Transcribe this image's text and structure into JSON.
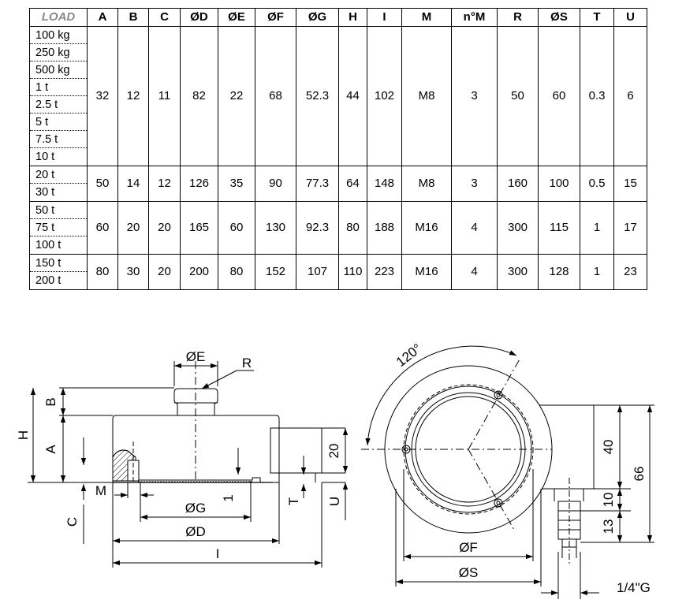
{
  "table": {
    "headers": [
      "LOAD",
      "A",
      "B",
      "C",
      "ØD",
      "ØE",
      "ØF",
      "ØG",
      "H",
      "I",
      "M",
      "n°M",
      "R",
      "ØS",
      "T",
      "U"
    ],
    "groups": [
      {
        "loads": [
          "100 kg",
          "250 kg",
          "500 kg",
          "1 t",
          "2.5 t",
          "5 t",
          "7.5 t",
          "10 t"
        ],
        "values": [
          "32",
          "12",
          "11",
          "82",
          "22",
          "68",
          "52.3",
          "44",
          "102",
          "M8",
          "3",
          "50",
          "60",
          "0.3",
          "6"
        ]
      },
      {
        "loads": [
          "20 t",
          "30 t"
        ],
        "values": [
          "50",
          "14",
          "12",
          "126",
          "35",
          "90",
          "77.3",
          "64",
          "148",
          "M8",
          "3",
          "160",
          "100",
          "0.5",
          "15"
        ]
      },
      {
        "loads": [
          "50 t",
          "75 t",
          "100 t"
        ],
        "values": [
          "60",
          "20",
          "20",
          "165",
          "60",
          "130",
          "92.3",
          "80",
          "188",
          "M16",
          "4",
          "300",
          "115",
          "1",
          "17"
        ]
      },
      {
        "loads": [
          "150 t",
          "200 t"
        ],
        "values": [
          "80",
          "30",
          "20",
          "200",
          "80",
          "152",
          "107",
          "110",
          "223",
          "M16",
          "4",
          "300",
          "128",
          "1",
          "23"
        ]
      }
    ]
  },
  "side_view": {
    "labels": {
      "E": "ØE",
      "R": "R",
      "B": "B",
      "H": "H",
      "A": "A",
      "dim20": "20",
      "M": "M",
      "C": "C",
      "G": "ØG",
      "one": "1",
      "T": "T",
      "U": "U",
      "D": "ØD",
      "I": "I"
    }
  },
  "top_view": {
    "labels": {
      "angle": "120°",
      "d40": "40",
      "d66": "66",
      "d10": "10",
      "d13": "13",
      "F": "ØF",
      "S": "ØS",
      "thread": "1/4\"G"
    }
  },
  "colors": {
    "line": "#000000",
    "header_load": "#8a8a8a"
  }
}
